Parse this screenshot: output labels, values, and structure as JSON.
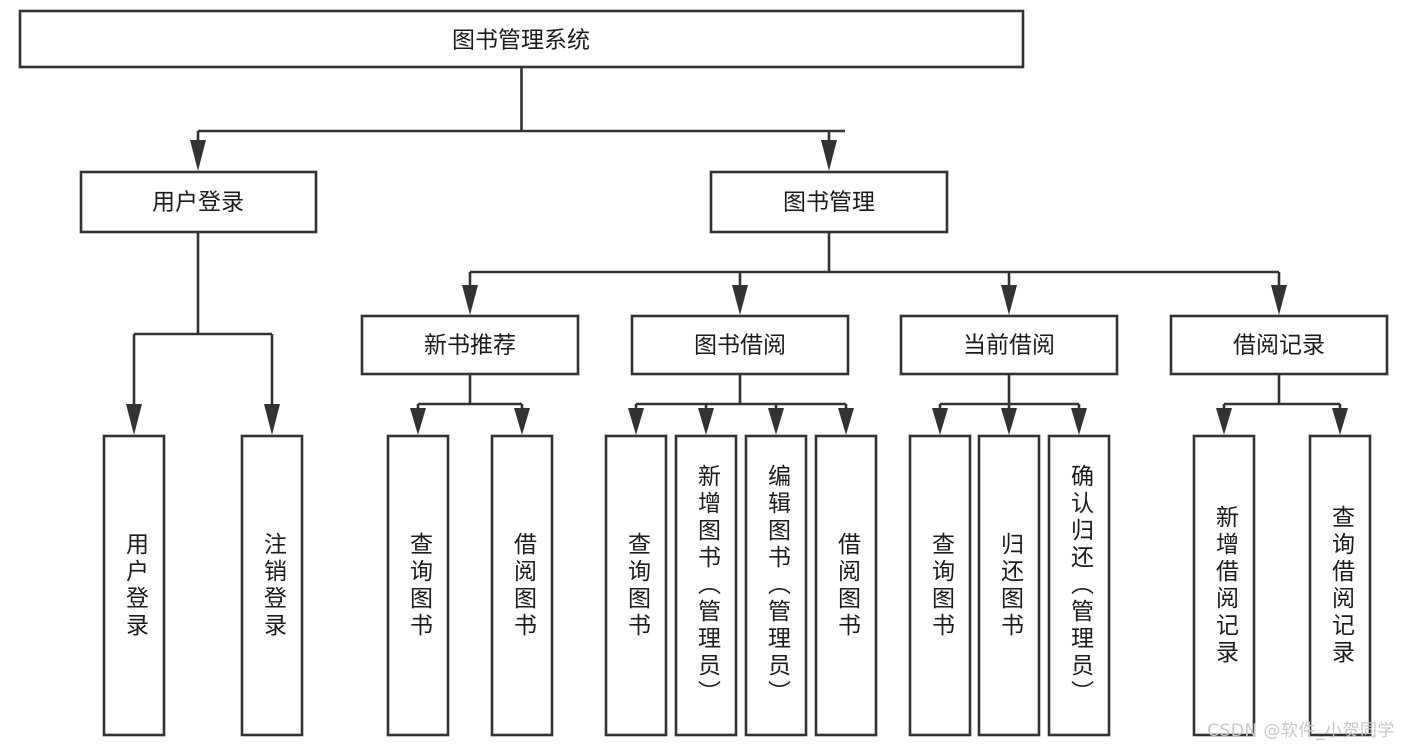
{
  "diagram": {
    "type": "tree",
    "title": "图书管理系统",
    "root": {
      "id": "root",
      "label": "图书管理系统"
    },
    "level2": [
      {
        "id": "user-login",
        "label": "用户登录"
      },
      {
        "id": "book-manage",
        "label": "图书管理"
      }
    ],
    "level3": [
      {
        "id": "new-book-recommend",
        "label": "新书推荐",
        "parent": "book-manage"
      },
      {
        "id": "book-borrow",
        "label": "图书借阅",
        "parent": "book-manage"
      },
      {
        "id": "current-borrow",
        "label": "当前借阅",
        "parent": "book-manage"
      },
      {
        "id": "borrow-record",
        "label": "借阅记录",
        "parent": "book-manage"
      }
    ],
    "leaves": [
      {
        "id": "leaf-user-login",
        "label": "用户登录",
        "parent": "user-login"
      },
      {
        "id": "leaf-logout",
        "label": "注销登录",
        "parent": "user-login"
      },
      {
        "id": "leaf-query-book-1",
        "label": "查询图书",
        "parent": "new-book-recommend"
      },
      {
        "id": "leaf-borrow-book-1",
        "label": "借阅图书",
        "parent": "new-book-recommend"
      },
      {
        "id": "leaf-query-book-2",
        "label": "查询图书",
        "parent": "book-borrow"
      },
      {
        "id": "leaf-add-book",
        "label": "新增图书（管理员）",
        "parent": "book-borrow"
      },
      {
        "id": "leaf-edit-book",
        "label": "编辑图书（管理员）",
        "parent": "book-borrow"
      },
      {
        "id": "leaf-borrow-book-2",
        "label": "借阅图书",
        "parent": "book-borrow"
      },
      {
        "id": "leaf-query-book-3",
        "label": "查询图书",
        "parent": "current-borrow"
      },
      {
        "id": "leaf-return-book",
        "label": "归还图书",
        "parent": "current-borrow"
      },
      {
        "id": "leaf-confirm-return",
        "label": "确认归还（管理员）",
        "parent": "current-borrow"
      },
      {
        "id": "leaf-add-record",
        "label": "新增借阅记录",
        "parent": "borrow-record"
      },
      {
        "id": "leaf-query-record",
        "label": "查询借阅记录",
        "parent": "borrow-record"
      }
    ]
  },
  "watermark": {
    "text": "CSDN @软件_小贺同学"
  },
  "colors": {
    "background": "#ffffff",
    "node_fill": "#ffffff",
    "node_stroke": "#333333",
    "text": "#1b1b1b",
    "watermark": "#c8c8c8"
  }
}
